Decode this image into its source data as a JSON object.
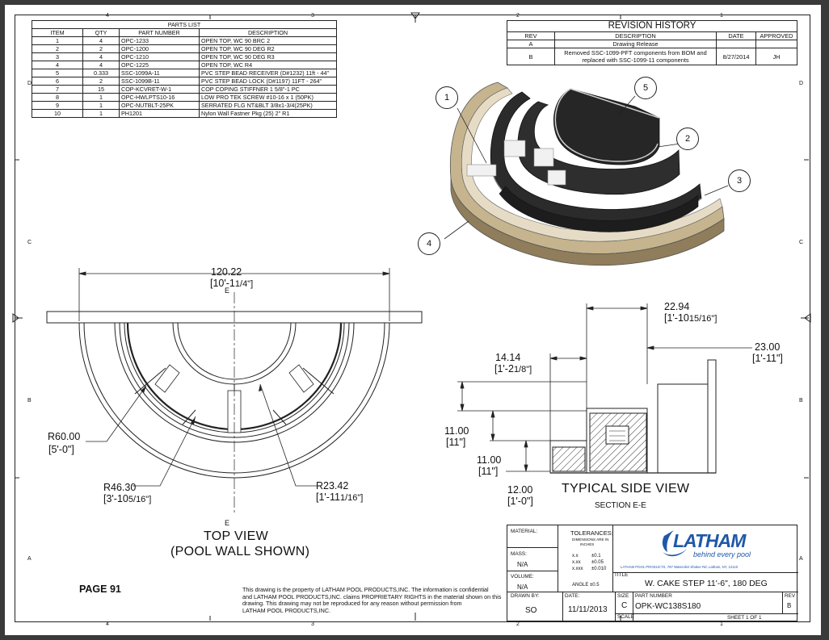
{
  "border": {
    "top_columns": [
      "4",
      "3",
      "2",
      "1"
    ],
    "bottom_columns": [
      "4",
      "3",
      "2",
      "1"
    ],
    "left_rows": [
      "D",
      "C",
      "B",
      "A"
    ],
    "right_rows": [
      "D",
      "C",
      "B",
      "A"
    ]
  },
  "parts_list": {
    "title": "PARTS LIST",
    "headers": [
      "ITEM",
      "QTY",
      "PART NUMBER",
      "DESCRIPTION"
    ],
    "rows": [
      [
        "1",
        "4",
        "OPC-1233",
        "OPEN TOP, WC 90 BRC 2"
      ],
      [
        "2",
        "2",
        "OPC-1200",
        "OPEN TOP, WC 90 DEG R2"
      ],
      [
        "3",
        "4",
        "OPC-1210",
        "OPEN TOP, WC 90 DEG R3"
      ],
      [
        "4",
        "4",
        "OPC-1225",
        "OPEN TOP, WC R4"
      ],
      [
        "5",
        "0.333",
        "SSC-1099A-11",
        "PVC STEP BEAD RECEIVER (D#1232) 11ft - 44\""
      ],
      [
        "6",
        "2",
        "SSC-1099B-11",
        "PVC STEP BEAD LOCK (D#1197) 11FT - 264\""
      ],
      [
        "7",
        "15",
        "COP-KCVRET-W-1",
        "COP COPING STIFFNER 1 5/8\"-1 PC"
      ],
      [
        "8",
        "1",
        "OPC-HWLPTS10-16",
        "LOW PRO TEK SCREW #10-16 x 1 (50PK)"
      ],
      [
        "9",
        "1",
        "OPC-NUTBLT-25PK",
        "SERRATED FLG NT&BLT 3/8x1-3/4(25PK)"
      ],
      [
        "10",
        "1",
        "PH1201",
        "Nylon Wall Fastner Pkg (25) 2\" R1"
      ]
    ]
  },
  "revision_history": {
    "title": "REVISION HISTORY",
    "headers": [
      "REV",
      "DESCRIPTION",
      "DATE",
      "APPROVED"
    ],
    "rows": [
      {
        "rev": "A",
        "description": "Drawing Release",
        "date": "",
        "approved": ""
      },
      {
        "rev": "B",
        "description_line1": "Removed SSC-1099-PFT components from BOM and",
        "description_line2": "replaced with SSC-1099-11 components",
        "date": "8/27/2014",
        "approved": "JH"
      }
    ]
  },
  "balloons": [
    "1",
    "2",
    "3",
    "4",
    "5"
  ],
  "top_view": {
    "width_dim": "120.22",
    "width_ft": "[10'-1",
    "width_frac": "1/4\"]",
    "section_marker": "E",
    "r60": "R60.00",
    "r60_ft": "[5'-0\"]",
    "r46": "R46.30",
    "r46_ft": "[3'-10",
    "r46_frac": "5/16\"]",
    "r23": "R23.42",
    "r23_ft": "[1'-11",
    "r23_frac": "1/16\"]",
    "title": "TOP VIEW",
    "subtitle": "(POOL WALL SHOWN)"
  },
  "side_view": {
    "d1": "22.94",
    "d1_ft": "[1'-10",
    "d1_frac": "15/16\"]",
    "d2": "23.00",
    "d2_ft": "[1'-11\"]",
    "d3": "14.14",
    "d3_ft": "[1'-2",
    "d3_frac": "1/8\"]",
    "d4": "11.00",
    "d4_ft": "[11\"]",
    "d5": "11.00",
    "d5_ft": "[11\"]",
    "d6": "12.00",
    "d6_ft": "[1'-0\"]",
    "title": "TYPICAL SIDE VIEW",
    "subtitle": "SECTION E-E"
  },
  "page_label": "PAGE 91",
  "notice": [
    "This drawing is the property of LATHAM POOL PRODUCTS,INC. The information is confidential",
    "and LATHAM POOL PRODUCTS,INC. claims PROPRIETARY RIGHTS in the material shown on this",
    "drawing. This drawing may not be reproduced for any reason without permission from",
    "LATHAM POOL PRODUCTS,INC."
  ],
  "title_block": {
    "material_label": "MATERIAL:",
    "mass_label": "MASS:",
    "mass_value": "N/A",
    "volume_label": "VOLUME:",
    "volume_value": "N/A",
    "drawn_by_label": "DRAWN BY:",
    "drawn_by": "SO",
    "date_label": "DATE:",
    "date": "11/11/2013",
    "tolerances_title": "TOLERANCES:",
    "tol_note1": "DIMENSIONS ARE IN",
    "tol_note2": "INCHES",
    "tol_rows": [
      [
        "x.x",
        "±0.1"
      ],
      [
        "x.xx",
        "±0.05"
      ],
      [
        "x.xxx",
        "±0.010"
      ]
    ],
    "angle": "ANGLE  ±0.5",
    "logo_text": "LATHAM",
    "logo_tagline": "behind every pool",
    "address": "LATHAM POOL PRODUCTS, 787 Watervliet Shaker Rd, Latham, NY, 12110",
    "title_label": "TITLE",
    "title": "W. CAKE STEP 11'-6\", 180 DEG",
    "size_label": "SIZE",
    "size": "C",
    "part_number_label": "PART NUMBER",
    "part_number": "OPK-WC138S180",
    "rev_label": "REV",
    "rev": "B",
    "scale_label": "SCALE",
    "sheet": "SHEET 1  OF 1"
  },
  "colors": {
    "sand": "#c6b48e",
    "sand_dark": "#8f7d5b",
    "panel_dark": "#2b2b2b",
    "logo_blue": "#1f58a8"
  }
}
